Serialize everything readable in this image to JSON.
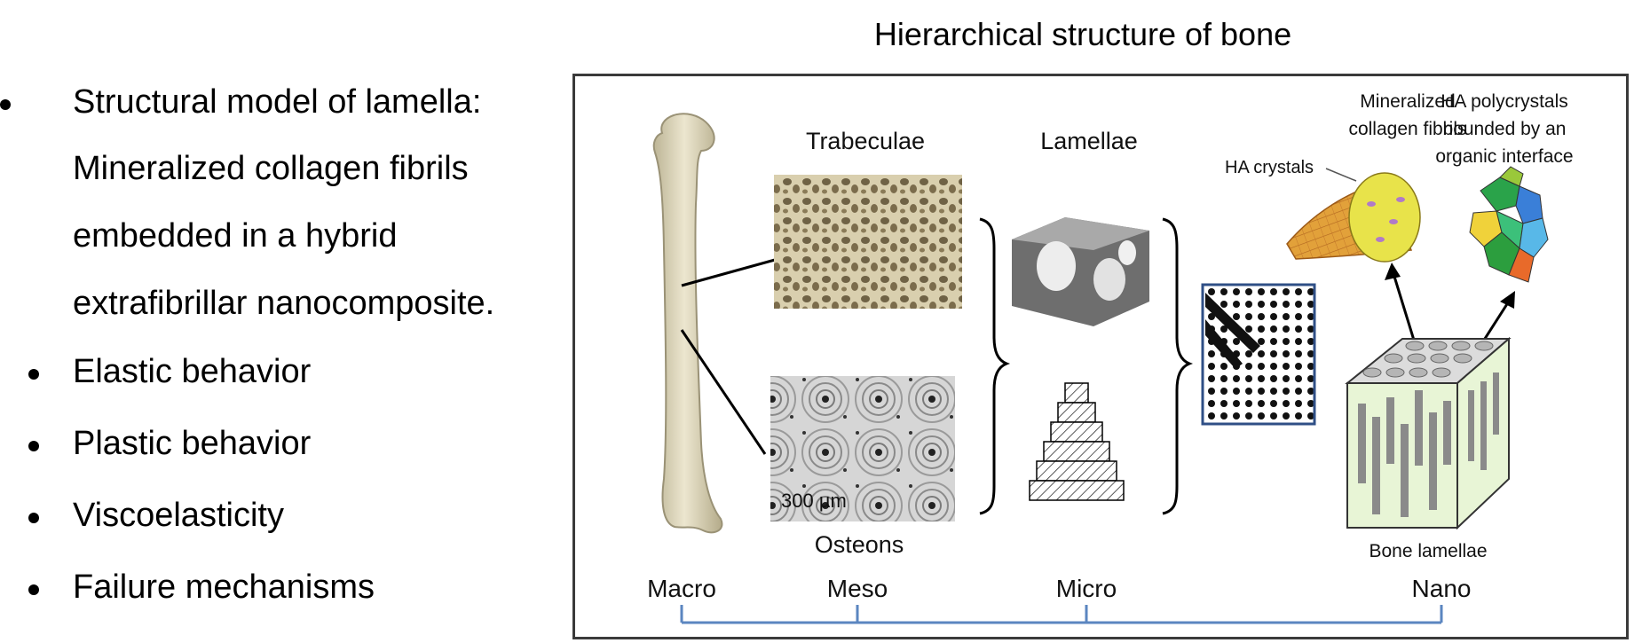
{
  "bullets": [
    {
      "lines": [
        "Structural model of lamella:",
        "Mineralized collagen fibrils",
        "embedded in a hybrid",
        "extrafibrillar nanocomposite."
      ]
    },
    {
      "lines": [
        "Elastic behavior"
      ]
    },
    {
      "lines": [
        "Plastic behavior"
      ]
    },
    {
      "lines": [
        "Viscoelasticity"
      ]
    },
    {
      "lines": [
        "Failure mechanisms"
      ]
    }
  ],
  "diagram": {
    "title": "Hierarchical structure of bone",
    "labels": {
      "trabeculae": "Trabeculae",
      "lamellae": "Lamellae",
      "osteons": "Osteons",
      "scale_bar": "300 µm",
      "ha_crystals": "HA crystals",
      "mineralized_fibrils_1": "Mineralized",
      "mineralized_fibrils_2": "collagen fibrils",
      "ha_poly_1": "HA polycrystals",
      "ha_poly_2": "bounded by an",
      "ha_poly_3": "organic interface",
      "bone_lamellae": "Bone lamellae"
    },
    "scale_axis": [
      "Macro",
      "Meso",
      "Micro",
      "Nano"
    ],
    "colors": {
      "axis_line": "#5b86c0",
      "frame": "#3a3a3a",
      "bone": "#d8d0b4",
      "fibril": "#e2a13a",
      "fibril_dots": "#e8e34a",
      "cube_face": "#e8f5d6",
      "cube_bars": "#8a8a8a",
      "highlight_border": "#2f4f86"
    }
  }
}
